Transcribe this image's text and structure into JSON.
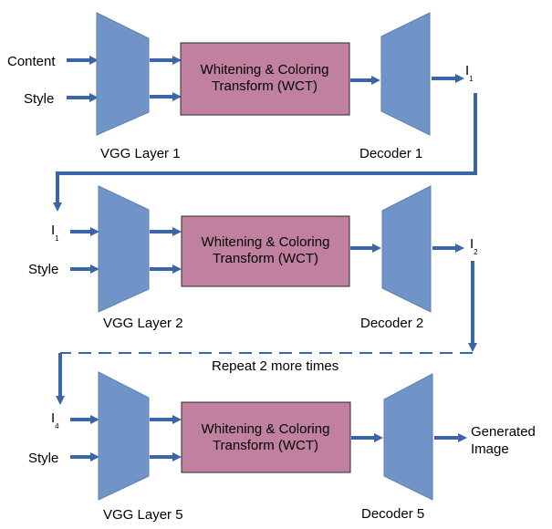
{
  "inputs": {
    "content": "Content",
    "style": "Style",
    "i1": "I",
    "i1_sub": "1",
    "i4": "I",
    "i4_sub": "4"
  },
  "stages": [
    {
      "encoder": "VGG Layer 1",
      "wct_line1": "Whitening & Coloring",
      "wct_line2": "Transform (WCT)",
      "decoder": "Decoder 1",
      "output": "I",
      "output_sub": "1"
    },
    {
      "encoder": "VGG Layer 2",
      "wct_line1": "Whitening & Coloring",
      "wct_line2": "Transform (WCT)",
      "decoder": "Decoder 2",
      "output": "I",
      "output_sub": "2"
    },
    {
      "encoder": "VGG Layer 5",
      "wct_line1": "Whitening & Coloring",
      "wct_line2": "Transform (WCT)",
      "decoder": "Decoder 5",
      "output_line1": "Generated",
      "output_line2": "Image"
    }
  ],
  "repeat_label": "Repeat 2 more times",
  "colors": {
    "trapezoid_fill": "#7094c8",
    "trapezoid_stroke": "#5b7fb5",
    "wct_fill": "#c1809f",
    "wct_stroke": "#2b2b2b",
    "arrow": "#3a66a8"
  }
}
